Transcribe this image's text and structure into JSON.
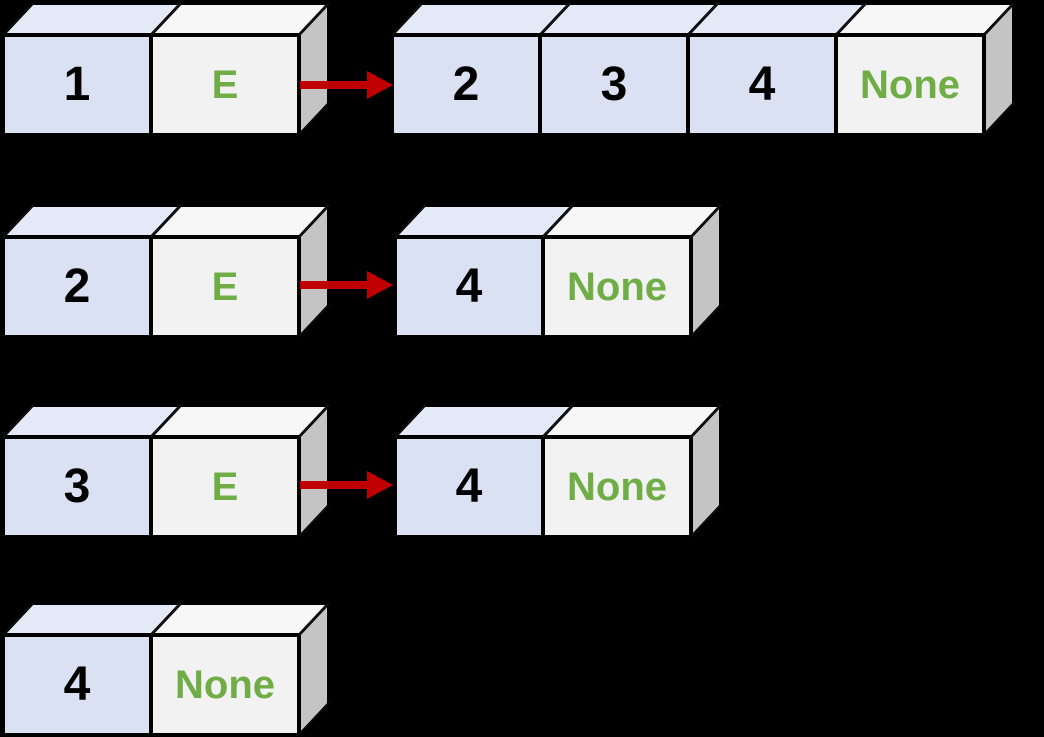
{
  "colors": {
    "key_fill": "#d9e1f2",
    "key_top": "#e3e9f6",
    "value_fill": "#f2f2f2",
    "value_top": "#f7f7f7",
    "side_fill": "#c4c4c4",
    "outline": "#000000",
    "number_text": "#000000",
    "green_text": "#70ad47",
    "arrow_red": "#c00000",
    "bg": "#000000"
  },
  "diagram": {
    "type": "adjacency-list",
    "rows": [
      {
        "source": {
          "cells": [
            {
              "text": "1",
              "kind": "key"
            },
            {
              "text": "E",
              "kind": "value"
            }
          ]
        },
        "arrow": true,
        "target": {
          "cells": [
            {
              "text": "2",
              "kind": "key"
            },
            {
              "text": "3",
              "kind": "key"
            },
            {
              "text": "4",
              "kind": "key"
            },
            {
              "text": "None",
              "kind": "value"
            }
          ]
        }
      },
      {
        "source": {
          "cells": [
            {
              "text": "2",
              "kind": "key"
            },
            {
              "text": "E",
              "kind": "value"
            }
          ]
        },
        "arrow": true,
        "target": {
          "cells": [
            {
              "text": "4",
              "kind": "key"
            },
            {
              "text": "None",
              "kind": "value"
            }
          ]
        }
      },
      {
        "source": {
          "cells": [
            {
              "text": "3",
              "kind": "key"
            },
            {
              "text": "E",
              "kind": "value"
            }
          ]
        },
        "arrow": true,
        "target": {
          "cells": [
            {
              "text": "4",
              "kind": "key"
            },
            {
              "text": "None",
              "kind": "value"
            }
          ]
        }
      },
      {
        "source": {
          "cells": [
            {
              "text": "4",
              "kind": "key"
            },
            {
              "text": "None",
              "kind": "value"
            }
          ]
        },
        "arrow": false,
        "target": null
      }
    ]
  }
}
